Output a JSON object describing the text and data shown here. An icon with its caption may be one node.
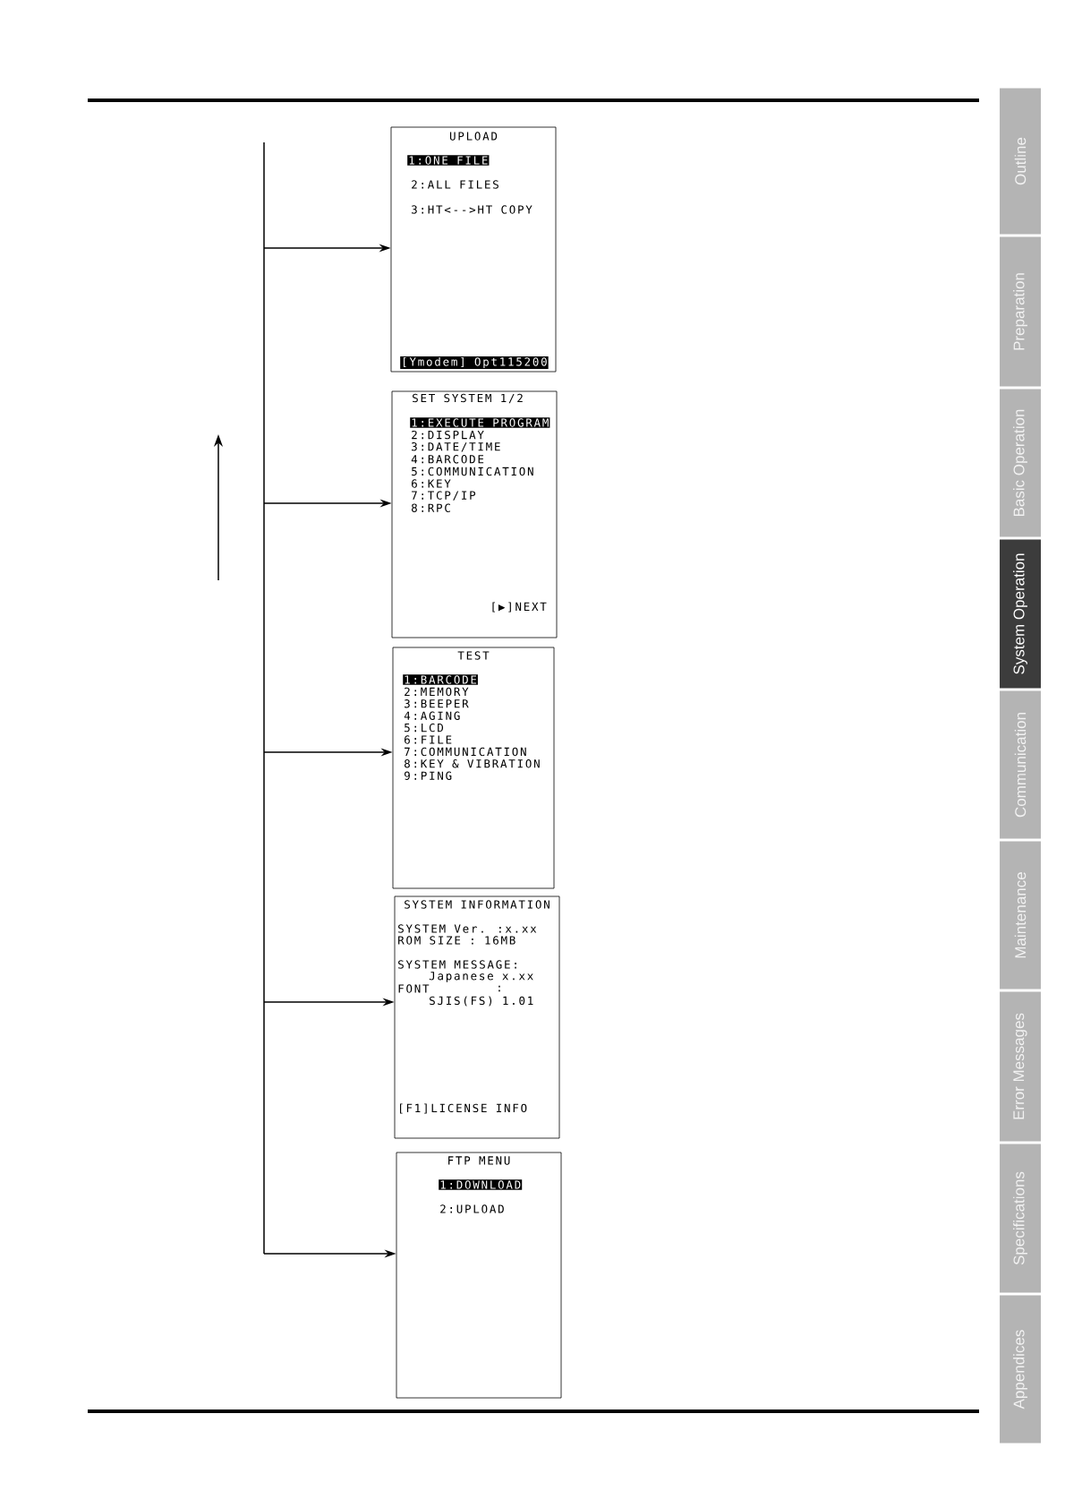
{
  "diagram": {
    "nodes": [
      {
        "text": [
          "UPLOAD",
          "1:ONE FILE",
          "2:ALL FILES",
          "3:HT<-->HT COPY",
          "[Ymodem] Opt115200"
        ]
      },
      {
        "text": [
          "SET SYSTEM 1/2",
          "1:EXECUTE PROGRAM",
          "2:DISPLAY",
          "3:DATE/TIME",
          "4:BARCODE",
          "5:COMMUNICATION",
          "6:KEY",
          "7:TCP/IP",
          "8:RPC",
          "[▶]NEXT"
        ]
      },
      {
        "text": [
          "TEST",
          "1:BARCODE",
          "2:MEMORY",
          "3:BEEPER",
          "4:AGING",
          "5:LCD",
          "6:FILE",
          "7:COMMUNICATION",
          "8:KEY & VIBRATION",
          "9:PING"
        ]
      },
      {
        "text": [
          "SYSTEM INFORMATION",
          "SYSTEM Ver. :x.xx",
          "ROM SIZE : 16MB",
          "SYSTEM MESSAGE:",
          "Japanese x.xx",
          "FONT",
          ":",
          "SJIS(FS) 1.01",
          "[F1]LICENSE INFO"
        ]
      },
      {
        "text": [
          "FTP MENU",
          "1:DOWNLOAD",
          "2:UPLOAD"
        ]
      },
      {
        "text": [
          "Outline"
        ]
      },
      {
        "text": [
          "Preparation"
        ]
      },
      {
        "text": [
          "Basic Operation"
        ]
      },
      {
        "text": [
          "System Operation"
        ]
      },
      {
        "text": [
          "Communication"
        ]
      },
      {
        "text": [
          "Maintenance"
        ]
      },
      {
        "text": [
          "Error Messages"
        ]
      },
      {
        "text": [
          "Specifications"
        ]
      },
      {
        "text": [
          "Appendices"
        ]
      }
    ],
    "edges": [
      {
        "from": null,
        "to": 0,
        "arrow": "to"
      },
      {
        "from": null,
        "to": 1,
        "arrow": "to"
      },
      {
        "from": null,
        "to": 2,
        "arrow": "to"
      },
      {
        "from": null,
        "to": 3,
        "arrow": "to"
      },
      {
        "from": null,
        "to": 4,
        "arrow": "to"
      }
    ]
  }
}
